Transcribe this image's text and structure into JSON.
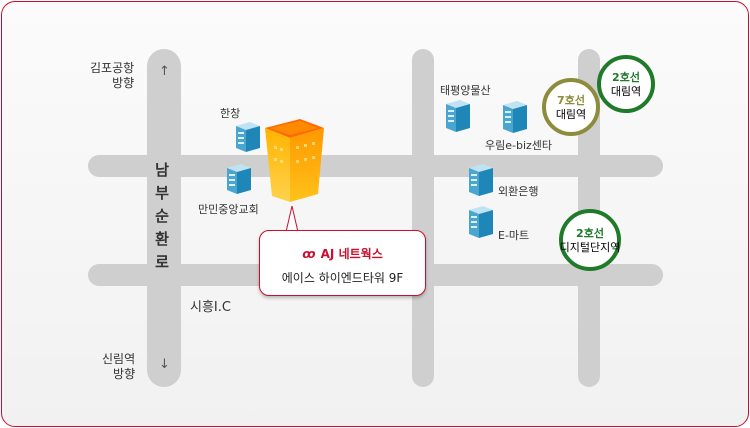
{
  "roads": {
    "main_road": "남부순환로",
    "interchange": "시흥I.C",
    "north_direction": [
      "김포공항",
      "방향"
    ],
    "south_direction": [
      "신림역",
      "방향"
    ],
    "north_arrow": "↑",
    "south_arrow": "↓"
  },
  "landmarks": {
    "hanchang": "한창",
    "manmin_church": "만민중앙교회",
    "taepyeong": "태평양물산",
    "woorim": "우림e-biz센타",
    "exchange_bank": "외환은행",
    "emart": "E-마트"
  },
  "stations": {
    "daerim_line7": {
      "line": "7호선",
      "name": "대림역",
      "color": "#8c8c3c"
    },
    "daerim_line2": {
      "line": "2호선",
      "name": "대림역",
      "color": "#1f7a2a"
    },
    "digital": {
      "line": "2호선",
      "name": "디지털단지역",
      "color": "#1f7a2a"
    }
  },
  "callout": {
    "brand": "AJ 네트웍스",
    "address": "에이스 하이엔드타워 9F"
  },
  "colors": {
    "brand": "#c8102e",
    "road": "#cfcfcf"
  }
}
